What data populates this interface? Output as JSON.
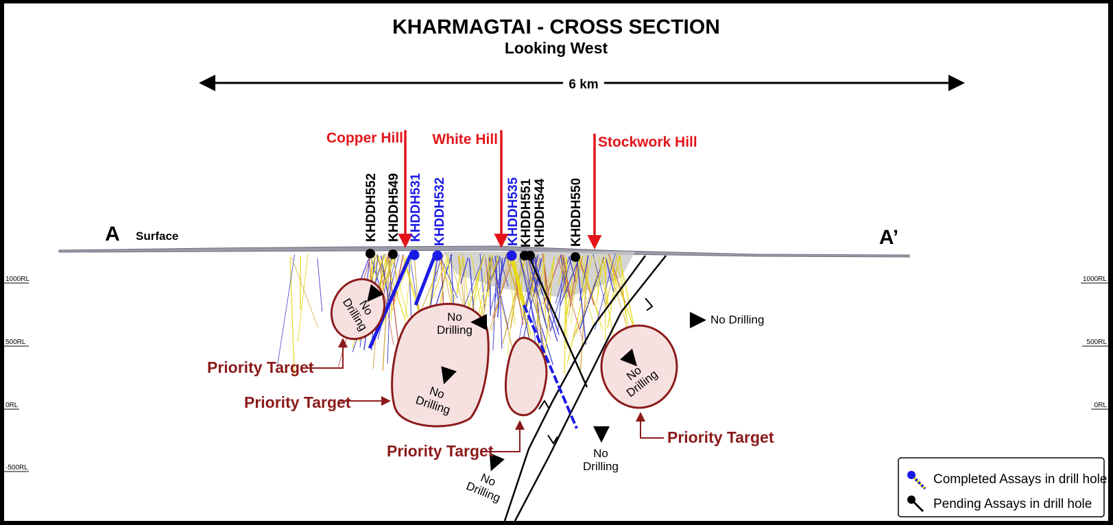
{
  "header": {
    "title": "KHARMAGTAI - CROSS SECTION",
    "subtitle": "Looking West",
    "scale_label": "6 km"
  },
  "section_ends": {
    "start": "A",
    "end": "A’",
    "surface_label": "Surface"
  },
  "hills": [
    {
      "name": "Copper Hill"
    },
    {
      "name": "White Hill"
    },
    {
      "name": "Stockwork Hill"
    }
  ],
  "drill_holes": [
    {
      "id": "KHDDH552",
      "status": "pending"
    },
    {
      "id": "KHDDH549",
      "status": "pending"
    },
    {
      "id": "KHDDH531",
      "status": "completed"
    },
    {
      "id": "KHDDH532",
      "status": "completed"
    },
    {
      "id": "KHDDH535",
      "status": "completed"
    },
    {
      "id": "KHDDH551",
      "status": "pending"
    },
    {
      "id": "KHDDH544",
      "status": "pending"
    },
    {
      "id": "KHDDH550",
      "status": "pending"
    }
  ],
  "rl_levels": [
    "1000RL",
    "500RL",
    "0RL",
    "-500RL"
  ],
  "targets": {
    "label": "Priority Target",
    "no_drilling_line1": "No",
    "no_drilling_line2": "Drilling",
    "no_drilling_inline": "No Drilling"
  },
  "legend": {
    "completed": "Completed Assays in drill hole",
    "pending": "Pending Assays in drill hole"
  },
  "colors": {
    "hill_arrow": "#e3151a",
    "completed": "#1a1ae6",
    "pending": "#000000",
    "target_fill": "#f6e0e0",
    "target_stroke": "#8b1a1a",
    "traces_yellow": "#e6d81a",
    "traces_blue": "#2a2ad0"
  }
}
